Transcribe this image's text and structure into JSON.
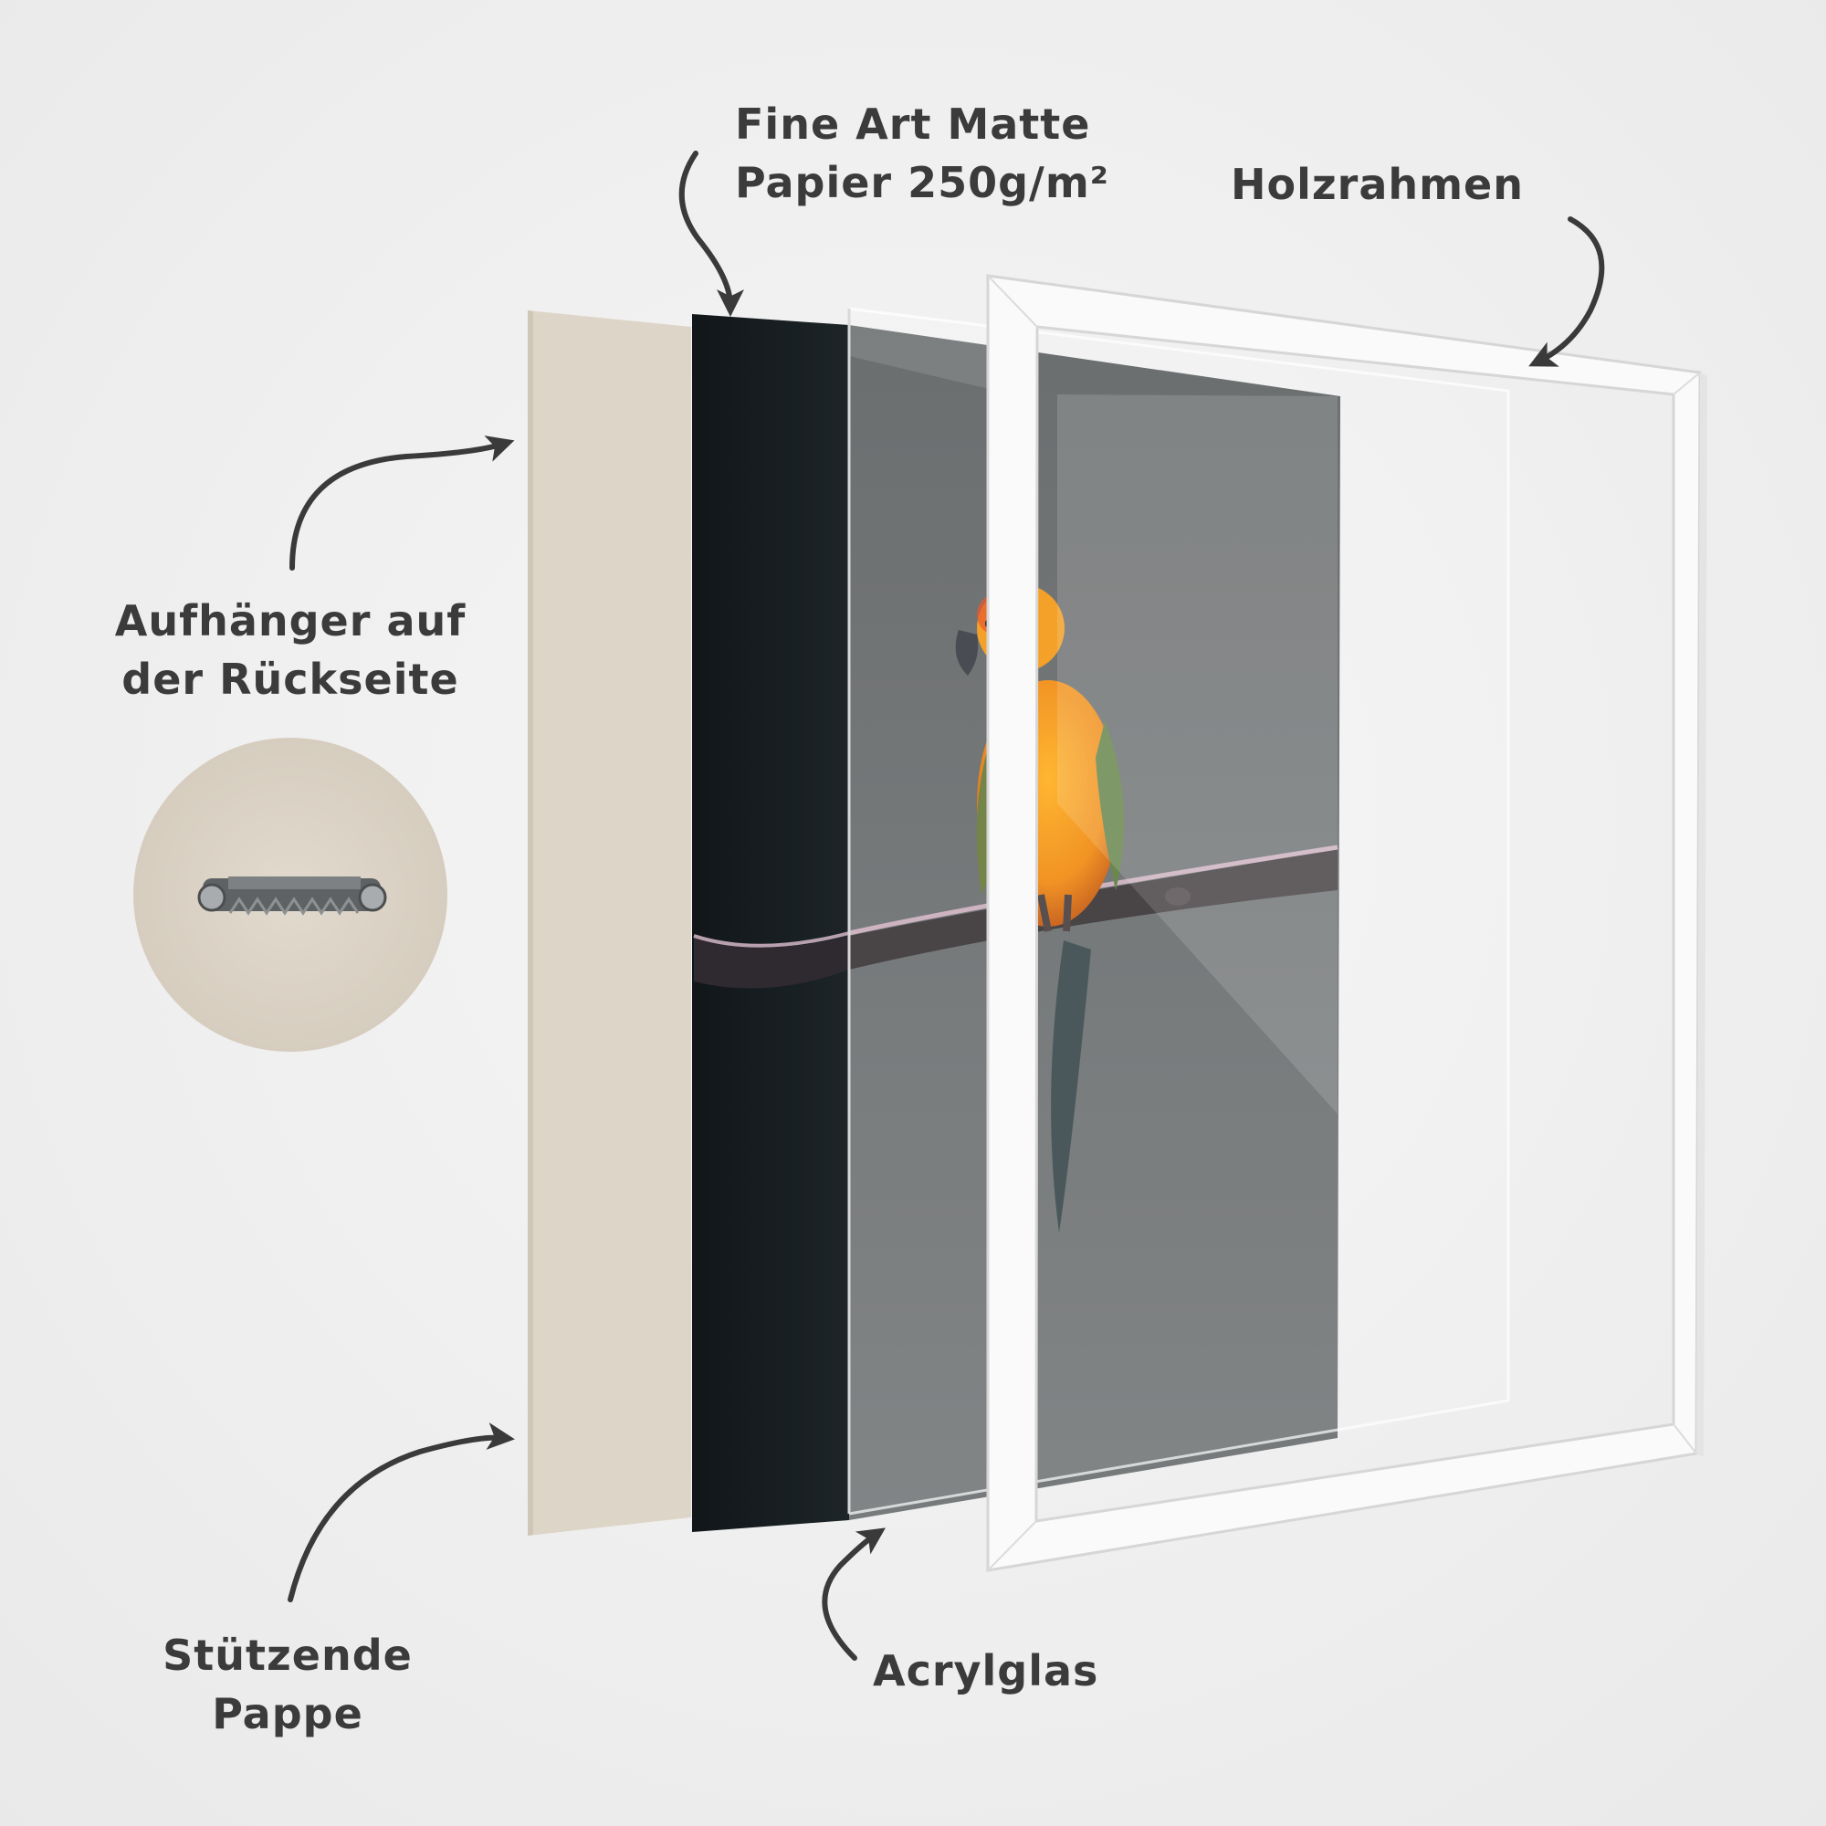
{
  "labels": {
    "paper_line1": "Fine Art Matte",
    "paper_line2": "Papier 250g/m²",
    "frame": "Holzrahmen",
    "hanger_line1": "Aufhänger auf",
    "hanger_line2": "der Rückseite",
    "board_line1": "Stützende",
    "board_line2": "Pappe",
    "glass": "Acrylglas"
  },
  "colors": {
    "background": "#efefef",
    "label_text": "#3b3b3b",
    "cardboard": "#ddd5c8",
    "print_dark": "#12181b",
    "bird_orange": "#f39a1a",
    "frame_white": "#fbfbfb"
  },
  "icons": [
    "sawtooth-hanger-icon",
    "arrow-icon"
  ]
}
